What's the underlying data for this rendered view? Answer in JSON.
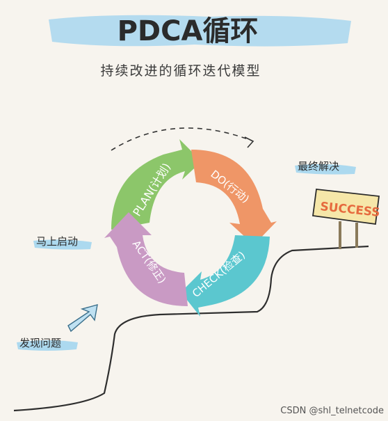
{
  "header": {
    "title": "PDCA循环",
    "subtitle": "持续改进的循环迭代模型"
  },
  "cycle": {
    "plan": "PLAN(计划)",
    "do": "DO(行动)",
    "check": "CHECK(检查)",
    "act": "ACT(修正)"
  },
  "steps": {
    "start_problem": "发现问题",
    "start_now": "马上启动",
    "final": "最终解决"
  },
  "sign": {
    "text": "SUCCESS"
  },
  "watermark": "CSDN @shl_telnetcode",
  "colors": {
    "plan": "#8cc66a",
    "do": "#ef9667",
    "check": "#5bc7cf",
    "act": "#c99ac4",
    "highlight": "#9fd3ee",
    "sign_bg": "#f6e7a9",
    "sign_text": "#e66a3e"
  }
}
